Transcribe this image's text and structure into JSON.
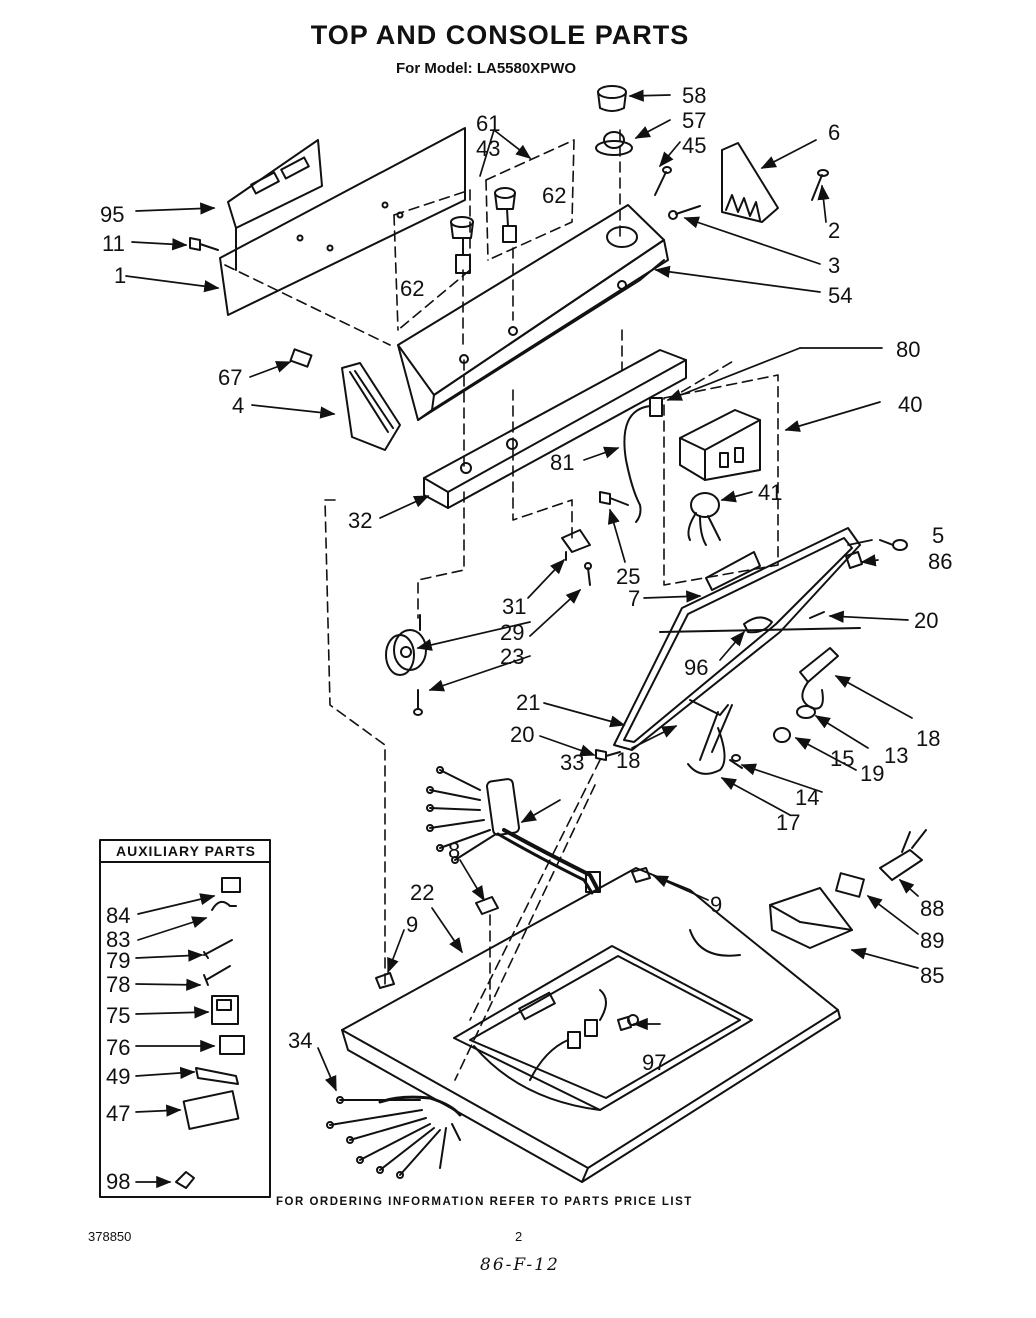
{
  "header": {
    "title": "TOP AND CONSOLE PARTS",
    "model_line": "For Model: LA5580XPWO"
  },
  "auxiliary_panel": {
    "title": "AUXILIARY PARTS",
    "callouts": [
      "84",
      "83",
      "79",
      "78",
      "75",
      "76",
      "49",
      "47",
      "98"
    ]
  },
  "callouts": [
    "58",
    "57",
    "45",
    "6",
    "61",
    "43",
    "62",
    "95",
    "11",
    "1",
    "2",
    "3",
    "54",
    "80",
    "40",
    "67",
    "4",
    "81",
    "41",
    "32",
    "25",
    "5",
    "86",
    "31",
    "7",
    "20",
    "29",
    "23",
    "96",
    "21",
    "18",
    "13",
    "19",
    "15",
    "14",
    "17",
    "33",
    "8",
    "22",
    "9",
    "88",
    "89",
    "85",
    "34",
    "97"
  ],
  "footer": {
    "note": "FOR ORDERING INFORMATION REFER TO PARTS PRICE LIST",
    "doc_number": "378850",
    "page_number": "2",
    "handwritten": "86-F-12"
  }
}
